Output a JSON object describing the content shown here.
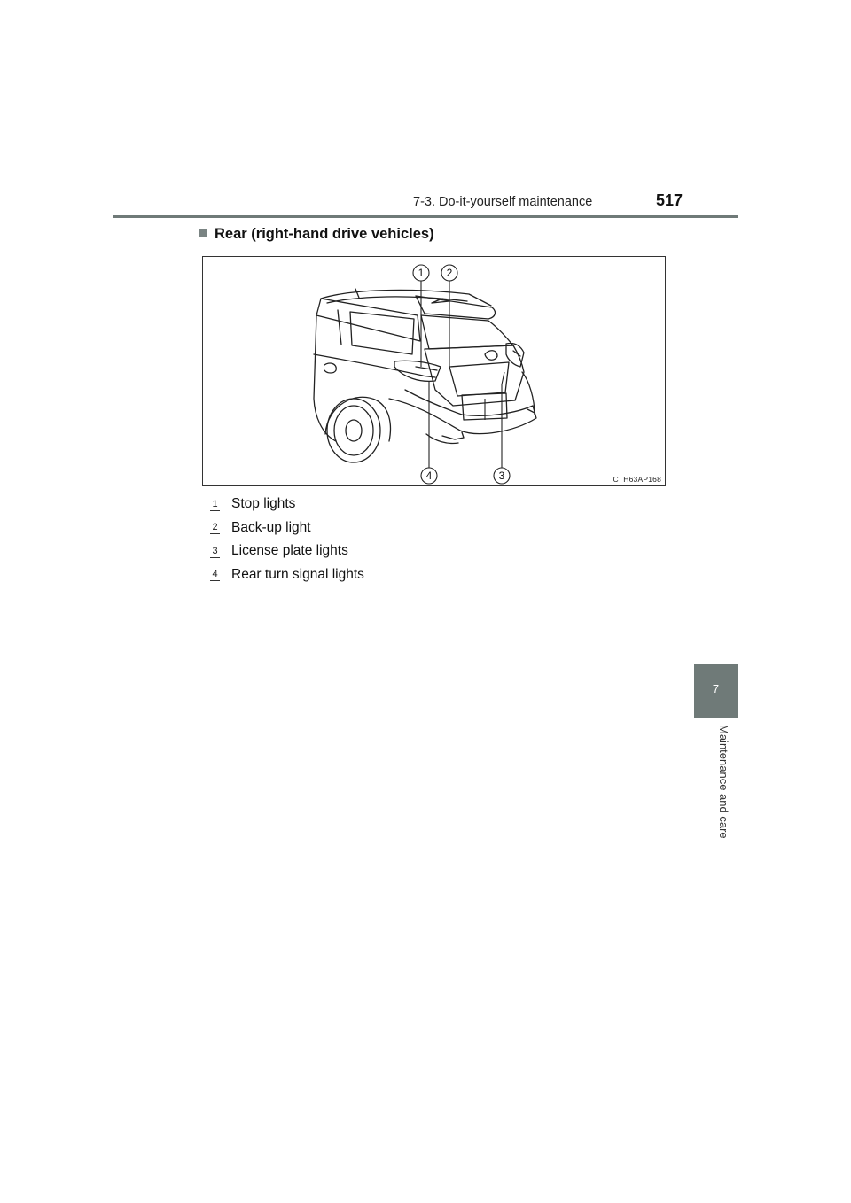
{
  "header": {
    "section_title": "7-3. Do-it-yourself maintenance",
    "page_number": "517"
  },
  "side_tab": {
    "chapter_number": "7",
    "chapter_label": "Maintenance and care"
  },
  "section": {
    "heading": "Rear (right-hand drive vehicles)"
  },
  "figure": {
    "code": "CTH63AP168",
    "callouts": [
      "1",
      "2",
      "3",
      "4"
    ]
  },
  "legend": [
    {
      "num": "1",
      "label": "Stop lights"
    },
    {
      "num": "2",
      "label": "Back-up light"
    },
    {
      "num": "3",
      "label": "License plate lights"
    },
    {
      "num": "4",
      "label": "Rear turn signal lights"
    }
  ],
  "colors": {
    "accent_gray": "#6f7a78"
  }
}
